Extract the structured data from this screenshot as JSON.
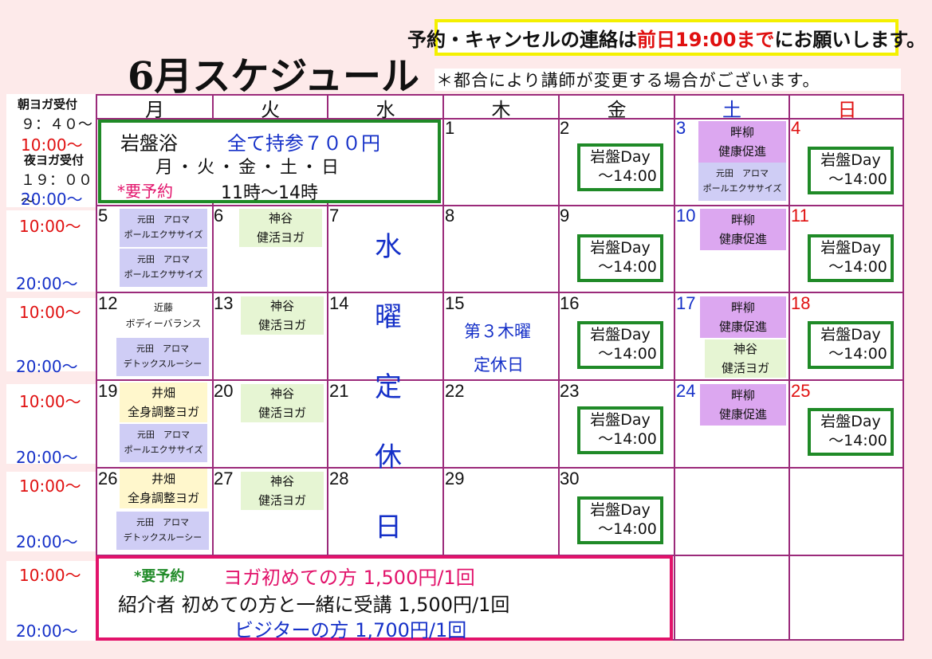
{
  "title": "6月スケジュール",
  "notice": {
    "pre": "予約・キャンセルの連絡は",
    "red": "前日19:00まで",
    "post": "にお願いします。"
  },
  "subnote": "＊都合により講師が変更する場合がございます。",
  "side": {
    "morning_label": "朝ヨガ受付",
    "morning_time": "９：４０～",
    "morning_start": "10:00～",
    "night_label": "夜ヨガ受付",
    "night_time": "１９：００～",
    "night_end": "20:00～",
    "rows": [
      {
        "start": "10:00～",
        "end": "20:00～"
      },
      {
        "start": "10:00～",
        "end": "20:00～"
      },
      {
        "start": "10:00～",
        "end": "20:00～"
      },
      {
        "start": "10:00～",
        "end": "20:00～"
      },
      {
        "start": "10:00～",
        "end": "20:00～"
      }
    ]
  },
  "days": [
    "月",
    "火",
    "水",
    "木",
    "金",
    "土",
    "日"
  ],
  "colors": {
    "grid": "#9b2a7a",
    "green": "#1f8a27",
    "pink": "#e2136b",
    "blue": "#1530c8",
    "red": "#e01010"
  },
  "ganban": {
    "l1": "岩盤Day",
    "l2": "～14:00"
  },
  "banner": {
    "title": "岩盤浴",
    "note": "全て持参７００円",
    "days": "月・火・金・土・日",
    "reserve": "*要予約",
    "hours": "11時～14時"
  },
  "classes": {
    "jingu": [
      "神谷",
      "健活ヨガ"
    ],
    "azena": [
      "畔柳",
      "健康促進"
    ],
    "pole": [
      "元田　アロマ",
      "ポールエクササイズ"
    ],
    "detox": [
      "元田　アロマ",
      "デトックスルーシー"
    ],
    "kondo": [
      "近藤",
      "ボディーバランス"
    ],
    "ihata": [
      "井畑",
      "全身調整ヨガ"
    ]
  },
  "wed_text": [
    "水",
    "曜",
    "定",
    "休",
    "日"
  ],
  "thu_closed": [
    "第３木曜",
    "定休日"
  ],
  "nums": [
    "1",
    "2",
    "3",
    "4",
    "5",
    "6",
    "7",
    "8",
    "9",
    "10",
    "11",
    "12",
    "13",
    "14",
    "15",
    "16",
    "17",
    "18",
    "19",
    "20",
    "21",
    "22",
    "23",
    "24",
    "25",
    "26",
    "27",
    "28",
    "29",
    "30"
  ],
  "price": {
    "reserve": "*要予約",
    "first": "ヨガ初めての方 1,500円/1回",
    "intro": "紹介者 初めての方と一緒に受講 1,500円/1回",
    "visitor": "ビジターの方 1,700円/1回"
  }
}
